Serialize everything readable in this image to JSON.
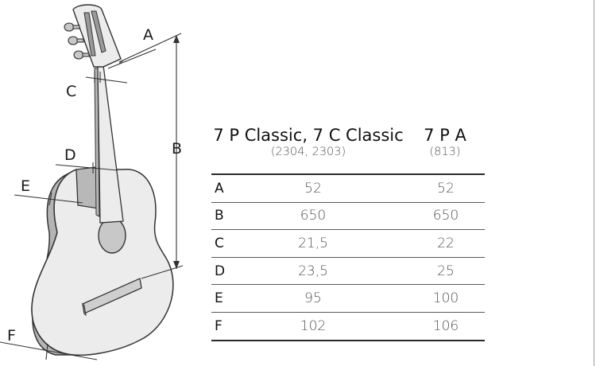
{
  "diagram_labels": {
    "A": "A",
    "B": "B",
    "C": "C",
    "D": "D",
    "E": "E",
    "F": "F"
  },
  "columns": [
    {
      "model": "7 P Classic, 7 C Classic",
      "code": "(2304, 2303)"
    },
    {
      "model": "7 P A",
      "code": "(813)"
    }
  ],
  "rows": [
    {
      "label": "A",
      "v1": "52",
      "v2": "52"
    },
    {
      "label": "B",
      "v1": "650",
      "v2": "650"
    },
    {
      "label": "C",
      "v1": "21,5",
      "v2": "22"
    },
    {
      "label": "D",
      "v1": "23,5",
      "v2": "25"
    },
    {
      "label": "E",
      "v1": "95",
      "v2": "100"
    },
    {
      "label": "F",
      "v1": "102",
      "v2": "106"
    }
  ],
  "colors": {
    "body_fill": "#eaeaea",
    "rim_fill": "#b4b4b4",
    "line": "#333333"
  }
}
